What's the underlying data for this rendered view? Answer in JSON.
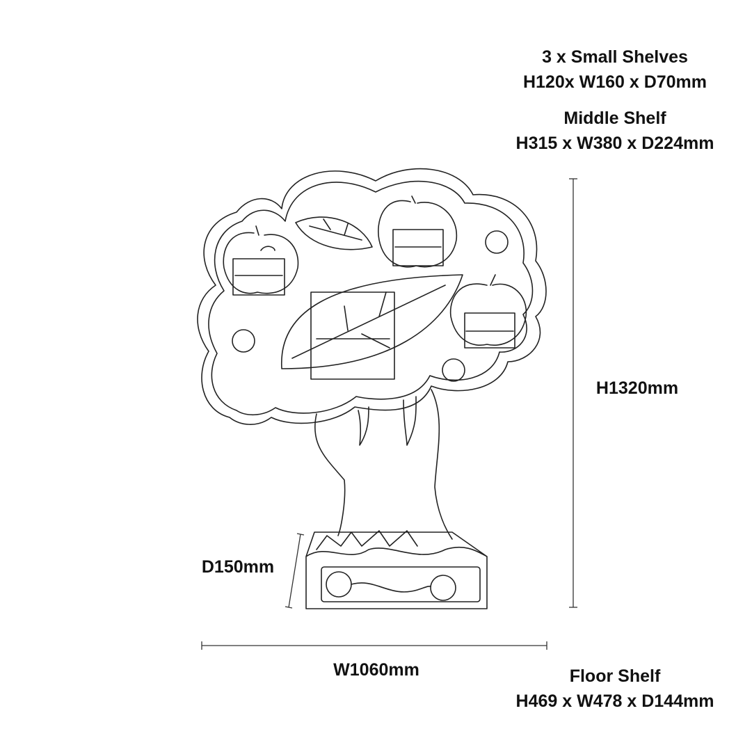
{
  "small_shelves": {
    "title": "3 x Small Shelves",
    "dims": "H120x W160 x D70mm"
  },
  "middle_shelf": {
    "title": "Middle Shelf",
    "dims": "H315 x W380 x D224mm"
  },
  "floor_shelf": {
    "title": "Floor Shelf",
    "dims": "H469 x W478 x D144mm"
  },
  "height_label": "H1320mm",
  "depth_label": "D150mm",
  "width_label": "W1060mm"
}
